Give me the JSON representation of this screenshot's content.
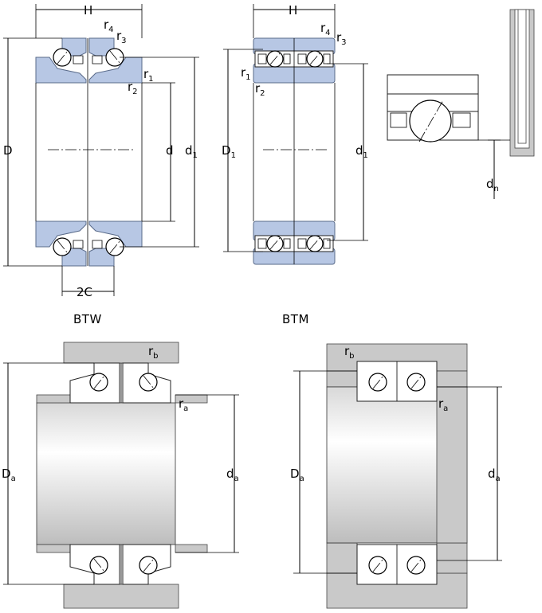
{
  "labels": {
    "H": "H",
    "r": "r",
    "sub1": "1",
    "sub2": "2",
    "sub3": "3",
    "sub4": "4",
    "D": "D",
    "d": "d",
    "d1_main": "d",
    "D1_main": "D",
    "twoC": "2C",
    "dn_main": "d",
    "dn_sub": "n",
    "rb_main": "r",
    "rb_sub": "b",
    "ra_main": "r",
    "ra_sub": "a",
    "Da_main": "D",
    "da_main": "d",
    "a_sub": "a"
  },
  "captions": {
    "btw": "BTW",
    "btm": "BTM"
  },
  "colors": {
    "ring_fill": "#b7c7e4",
    "housing_fill": "#c9c9c9"
  }
}
